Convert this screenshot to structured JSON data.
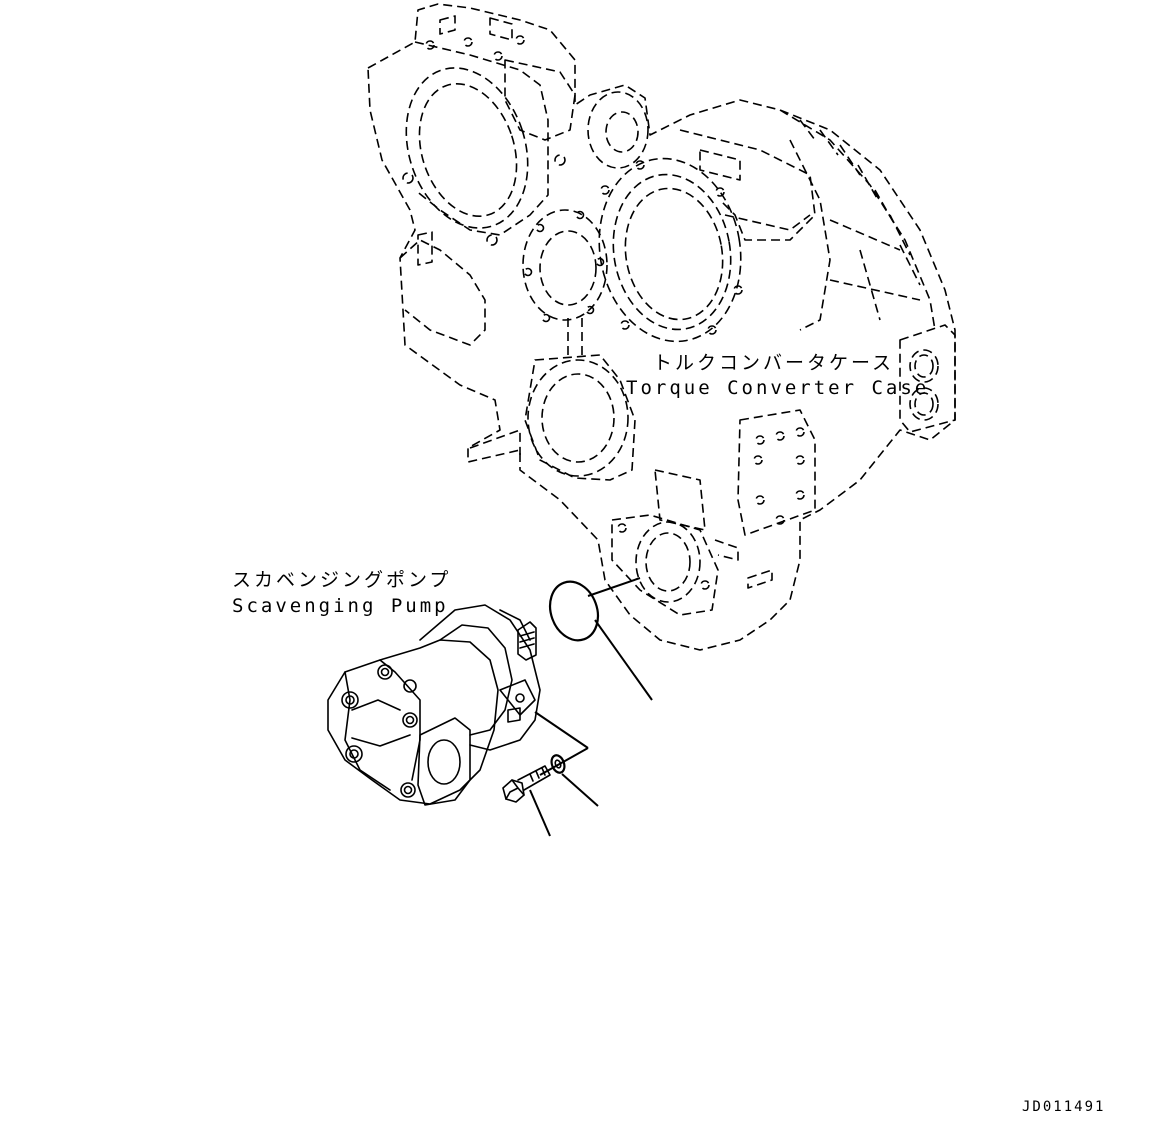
{
  "labels": {
    "torque_converter_jp": "トルクコンバータケース",
    "torque_converter_en": "Torque Converter Case",
    "scavenging_pump_jp": "スカベンジングポンプ",
    "scavenging_pump_en": "Scavenging Pump",
    "drawing_code": "JD011491"
  }
}
